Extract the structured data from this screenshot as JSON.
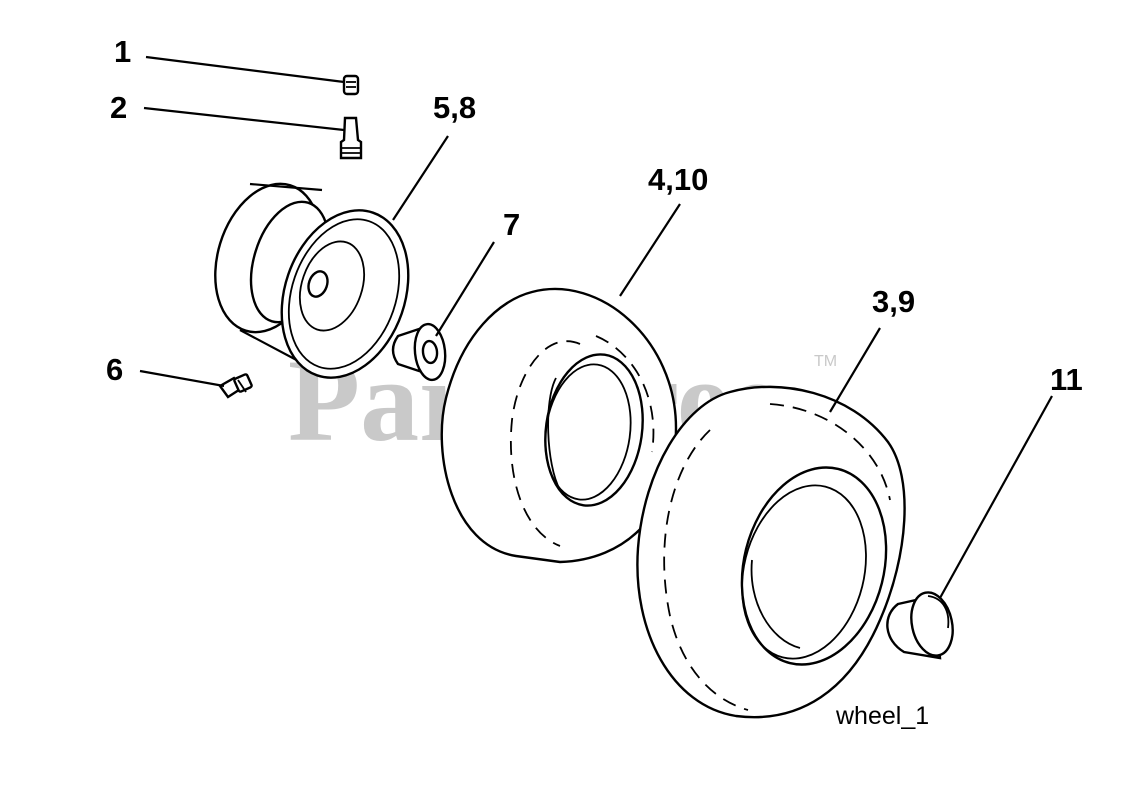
{
  "watermark": {
    "text": "PartsTree",
    "trademark": "TM"
  },
  "caption": "wheel_1",
  "callouts": [
    {
      "id": "c1",
      "label": "1"
    },
    {
      "id": "c2",
      "label": "2"
    },
    {
      "id": "c58",
      "label": "5,8"
    },
    {
      "id": "c410",
      "label": "4,10"
    },
    {
      "id": "c7",
      "label": "7"
    },
    {
      "id": "c39",
      "label": "3,9"
    },
    {
      "id": "c6",
      "label": "6"
    },
    {
      "id": "c11",
      "label": "11"
    }
  ],
  "colors": {
    "line": "#000000",
    "watermark": "#c9c9c9",
    "background": "#ffffff"
  }
}
